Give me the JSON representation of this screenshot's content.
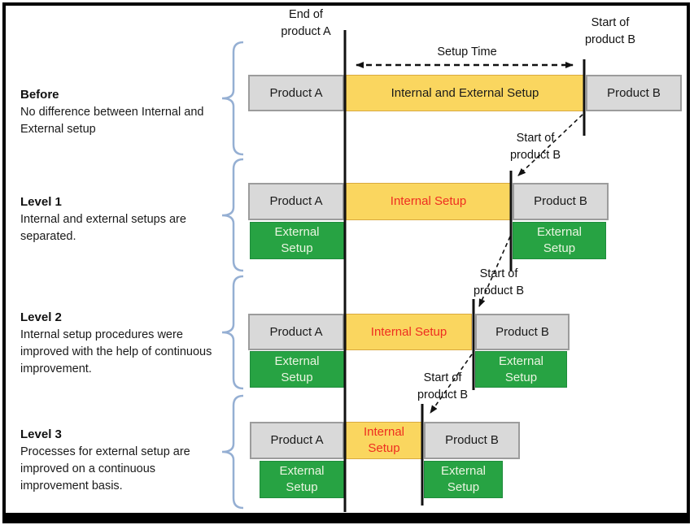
{
  "annotations": {
    "end_of_product_a": "End of\nproduct A",
    "setup_time": "Setup Time",
    "start_of_product_b": "Start of\nproduct B"
  },
  "rows": [
    {
      "title": "Before",
      "description": "No difference between Internal and External setup",
      "product_a": "Product A",
      "setup_label": "Internal and External Setup",
      "product_b": "Product B"
    },
    {
      "title": "Level 1",
      "description": "Internal and external setups are separated.",
      "product_a": "Product A",
      "setup_label": "Internal Setup",
      "product_b": "Product B",
      "external_a": "External\nSetup",
      "external_b": "External\nSetup"
    },
    {
      "title": "Level 2",
      "description": "Internal setup procedures were improved with the help of continuous improvement.",
      "product_a": "Product A",
      "setup_label": "Internal Setup",
      "product_b": "Product B",
      "external_a": "External\nSetup",
      "external_b": "External\nSetup"
    },
    {
      "title": "Level 3",
      "description": "Processes for external setup are improved on a continuous improvement basis.",
      "product_a": "Product A",
      "setup_label": "Internal\nSetup",
      "product_b": "Product B",
      "external_a": "External\nSetup",
      "external_b": "External\nSetup"
    }
  ],
  "colors": {
    "bar_gray": "#D9D9D9",
    "bar_yellow": "#FAD65F",
    "bar_green": "#27A343",
    "internal_setup_text_red": "#EE2E20",
    "brace_blue": "#95AFD3",
    "line_black": "#111111"
  }
}
